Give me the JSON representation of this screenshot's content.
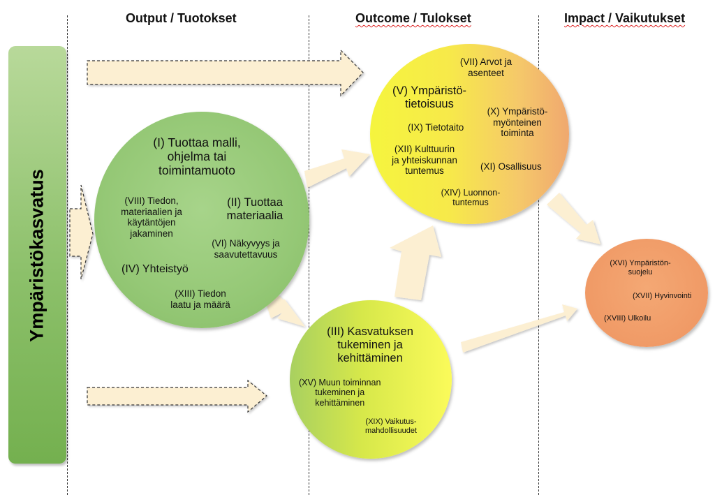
{
  "headers": {
    "output": "Output / Tuotokset",
    "outcome": "Outcome / Tulokset",
    "impact": "Impact / Vaikutukset"
  },
  "side_label": "Ympäristökasvatus",
  "output_circle": {
    "title": "(I) Tuottaa malli,\nohjelma tai\ntoimintamuoto",
    "items": {
      "viii": "(VIII) Tiedon,\nmateriaalien ja\nkäytäntöjen\njakaminen",
      "ii": "(II) Tuottaa\nmateriaalia",
      "vi": "(VI) Näkyvyys ja\nsaavutettavuus",
      "iv": "(IV) Yhteistyö",
      "xiii": "(XIII) Tiedon\nlaatu ja määrä"
    }
  },
  "outcome_circle": {
    "vii": "(VII) Arvot ja\nasenteet",
    "v": "(V) Ympäristö-\ntietoisuus",
    "x": "(X) Ympäristö-\nmyönteinen\ntoiminta",
    "ix": "(IX) Tietotaito",
    "xii": "(XII) Kulttuurin\nja yhteiskunnan\ntuntemus",
    "xi": "(XI) Osallisuus",
    "xiv": "(XIV) Luonnon-\ntuntemus"
  },
  "support_circle": {
    "title": "(III) Kasvatuksen\ntukeminen ja\nkehittäminen",
    "xv": "(XV) Muun toiminnan\ntukeminen ja\nkehittäminen",
    "xix": "(XIX) Vaikutus-\nmahdollisuudet"
  },
  "impact_circle": {
    "xvi": "(XVI) Ympäristön-\nsuojelu",
    "xvii": "(XVII) Hyvinvointi",
    "xviii": "(XVIII) Ulkoilu"
  },
  "colors": {
    "arrow_fill": "#fcefd2",
    "arrow_stroke": "#333333",
    "side_bar": "#8cc06a"
  }
}
